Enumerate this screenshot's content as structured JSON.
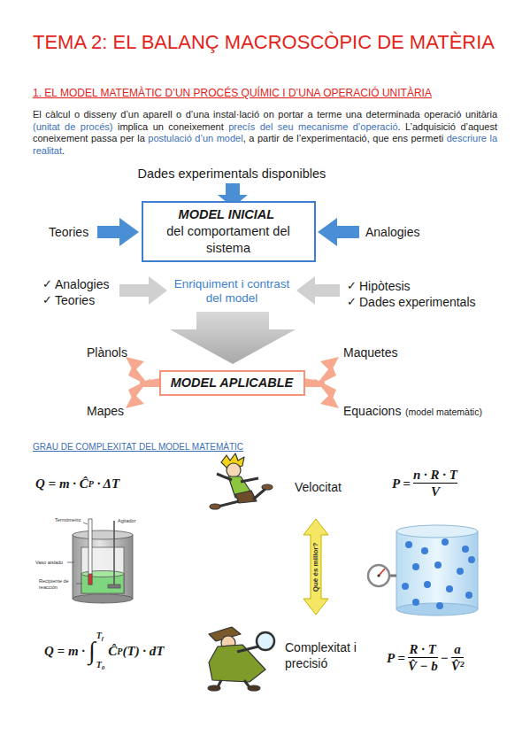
{
  "diagram": {
    "title": "TEMA 2: EL BALANÇ MACROSCÒPIC DE MATÈRIA",
    "nodes": [
      {
        "text": [
          "MODEL INICIAL",
          "del comportament del sistema"
        ]
      },
      {
        "text": [
          "MODEL APLICABLE"
        ]
      }
    ],
    "labels": [
      "1. EL MODEL MATEMÀTIC D’UN PROCÉS QUÍMIC I D’UNA OPERACIÓ UNITÀRIA",
      "El càlcul o disseny d’un aparell o d’una instal·lació on portar a terme una determinada operació unitària",
      "(unitat de procés)",
      "implica un coneixement",
      "precís del seu mecanisme d’operació",
      ". L’adquisició d’aquest coneixement passa per la",
      "postulació d’un model",
      ", a partir de l’experimentació, que ens permeti",
      "descriure la realitat",
      ".",
      "Dades experimentals disponibles",
      "Teories",
      "Analogies",
      "✓",
      "Analogies",
      "✓",
      "Teories",
      "Enriquiment i contrast del model",
      "✓",
      "Hipòtesis",
      "✓",
      "Dades experimentals",
      "Plànols",
      "Maquetes",
      "Mapes",
      "Equacions",
      "(model matemàtic)",
      "GRAU DE COMPLEXITAT DEL MODEL MATEMÀTIC",
      "Q = m · Ĉ",
      "P",
      "· ΔT",
      "Velocitat",
      "P =",
      "n · R · T",
      "V",
      "Termómetro",
      "Agitador",
      "Vaso aislado",
      "Recipiente de reacción",
      "Què és millor?",
      "Q = m ·",
      "∫",
      "T",
      "f",
      "T",
      "0",
      "Ĉ",
      "P",
      "(T) · dT",
      "Complexitat i precisió",
      "P =",
      "R · T",
      "V̂ − b",
      "−",
      "a",
      "V̂²"
    ]
  }
}
